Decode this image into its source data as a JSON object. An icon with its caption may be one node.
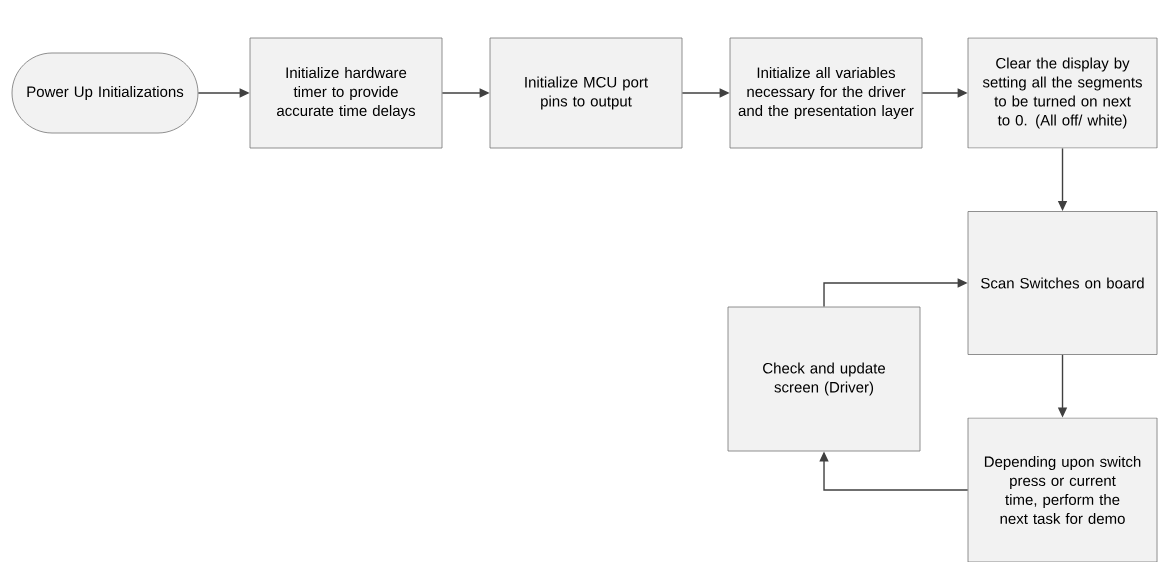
{
  "diagram": {
    "nodes": [
      {
        "text": [
          "Power Up Initializations"
        ]
      },
      {
        "text": [
          "Initialize hardware timer to provide accurate time delays"
        ]
      },
      {
        "text": [
          "Initialize MCU port pins to output"
        ]
      },
      {
        "text": [
          "Initialize all variables necessary for the driver and the presentation layer"
        ]
      },
      {
        "text": [
          "Clear the display by setting all the segments to be turned on next to 0. (All off/ white)"
        ]
      },
      {
        "text": [
          "Scan Switches on board"
        ]
      },
      {
        "text": [
          "Check and update screen (Driver)"
        ]
      },
      {
        "text": [
          "Depending upon switch press or current time, perform the next task for demo"
        ]
      }
    ],
    "edges": [
      {
        "from": 0,
        "to": 1,
        "arrow": "to"
      },
      {
        "from": 1,
        "to": 2,
        "arrow": "to"
      },
      {
        "from": 2,
        "to": 3,
        "arrow": "to"
      },
      {
        "from": 3,
        "to": 4,
        "arrow": "to"
      },
      {
        "from": 4,
        "to": 5,
        "arrow": "to"
      },
      {
        "from": 5,
        "to": 7,
        "arrow": "to"
      },
      {
        "from": 7,
        "to": 6,
        "arrow": "to"
      },
      {
        "from": 6,
        "to": 5,
        "arrow": "to"
      }
    ]
  }
}
